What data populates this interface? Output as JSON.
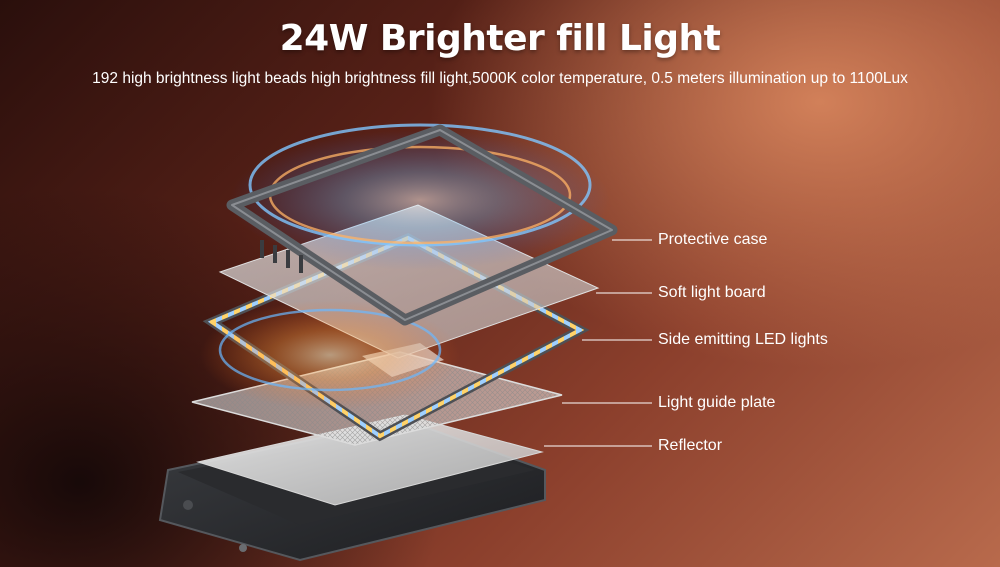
{
  "header": {
    "title": "24W Brighter fill Light",
    "subtitle": "192 high brightness light beads high brightness fill light,5000K color temperature, 0.5 meters illumination up to 1100Lux"
  },
  "layers": [
    {
      "id": "protective-case",
      "label": "Protective case"
    },
    {
      "id": "soft-light-board",
      "label": "Soft light board"
    },
    {
      "id": "side-emitting-led-lights",
      "label": "Side emitting LED lights"
    },
    {
      "id": "light-guide-plate",
      "label": "Light guide plate"
    },
    {
      "id": "reflector",
      "label": "Reflector"
    }
  ],
  "colors": {
    "glow_blue": "#4aa8ff",
    "glow_orange": "#ff9a3c",
    "frame": "#5a5d62",
    "label_text": "#ffffff"
  }
}
